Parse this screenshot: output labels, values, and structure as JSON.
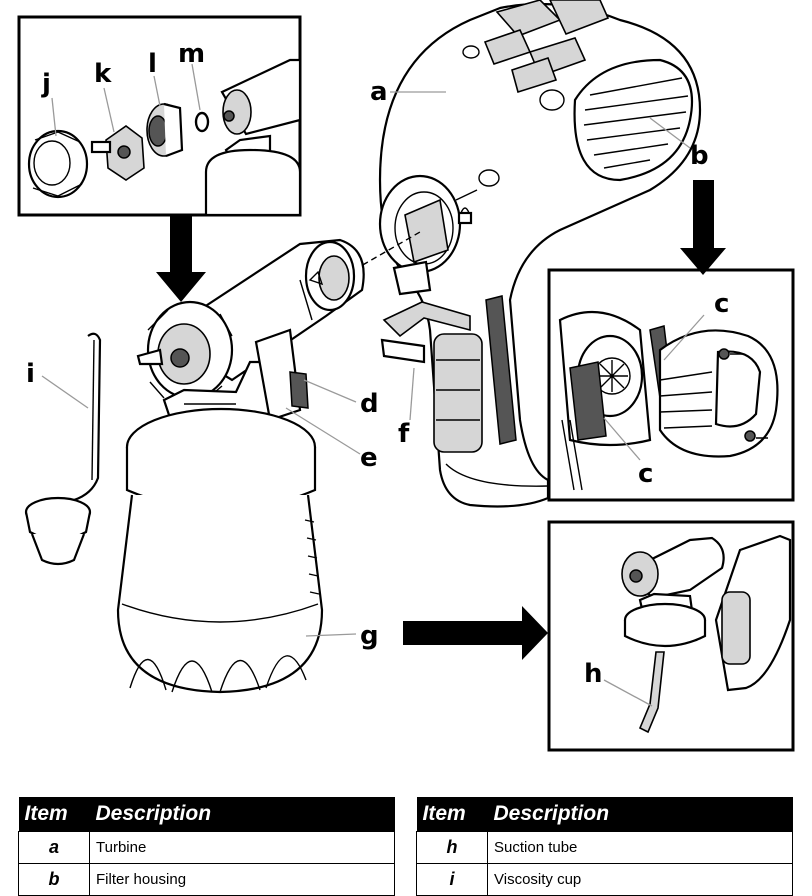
{
  "callouts": {
    "a": "a",
    "b": "b",
    "c1": "c",
    "c2": "c",
    "d": "d",
    "e": "e",
    "f": "f",
    "g": "g",
    "h": "h",
    "i": "i",
    "j": "j",
    "k": "k",
    "l": "l",
    "m": "m"
  },
  "legend": {
    "header_item": "Item",
    "header_description": "Description",
    "left_rows": [
      {
        "item": "a",
        "description": "Turbine"
      },
      {
        "item": "b",
        "description": "Filter housing"
      }
    ],
    "right_rows": [
      {
        "item": "h",
        "description": "Suction tube"
      },
      {
        "item": "i",
        "description": "Viscosity cup"
      }
    ]
  }
}
